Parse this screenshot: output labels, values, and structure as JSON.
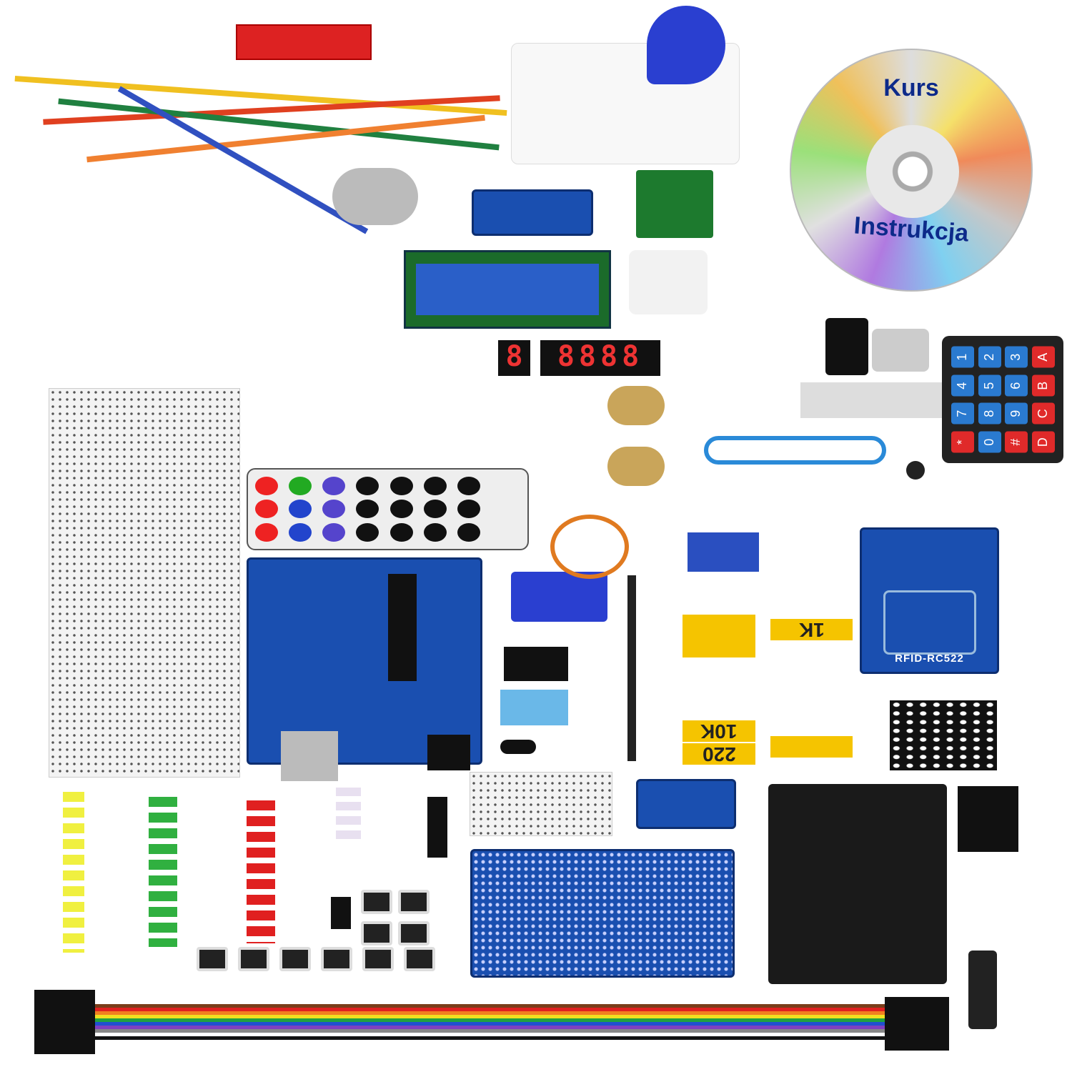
{
  "cd": {
    "top_label": "Kurs",
    "bottom_label": "Instrukcja"
  },
  "rfid": {
    "label": "RFID-RC522"
  },
  "resistors": [
    {
      "label": "1K"
    },
    {
      "label": "10K"
    },
    {
      "label": "220"
    }
  ],
  "keypad": {
    "keys": [
      "1",
      "2",
      "3",
      "A",
      "4",
      "5",
      "6",
      "B",
      "7",
      "8",
      "9",
      "C",
      "*",
      "0",
      "#",
      "D"
    ],
    "colors": {
      "digit": "#2a7ad0",
      "letter": "#e02a2a"
    }
  },
  "colors": {
    "board": "#1a4fb0",
    "background": "#ffffff",
    "resistor_strip": "#f5c400"
  },
  "ribbon_colors": [
    "#7a3d1a",
    "#e02020",
    "#f08020",
    "#f0e020",
    "#20a040",
    "#2050d0",
    "#8040c0",
    "#888888",
    "#ffffff",
    "#111111"
  ]
}
